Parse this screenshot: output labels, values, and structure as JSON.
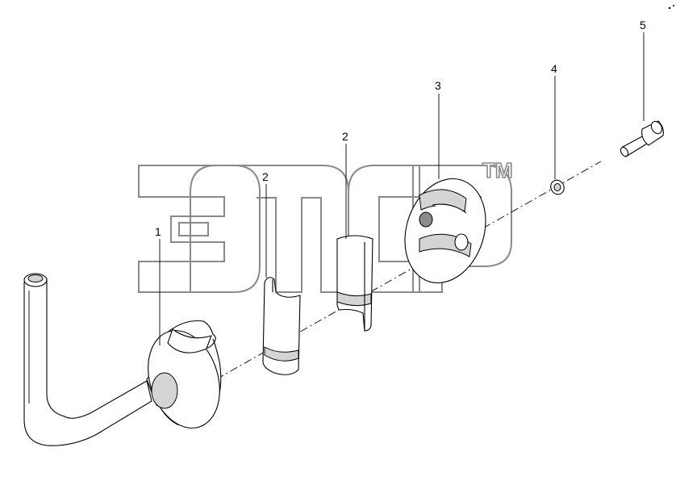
{
  "callouts": [
    {
      "label": "1"
    },
    {
      "label": "2"
    },
    {
      "label": "2"
    },
    {
      "label": "3"
    },
    {
      "label": "4"
    },
    {
      "label": "5"
    }
  ],
  "watermark": {
    "tm": "TM"
  }
}
